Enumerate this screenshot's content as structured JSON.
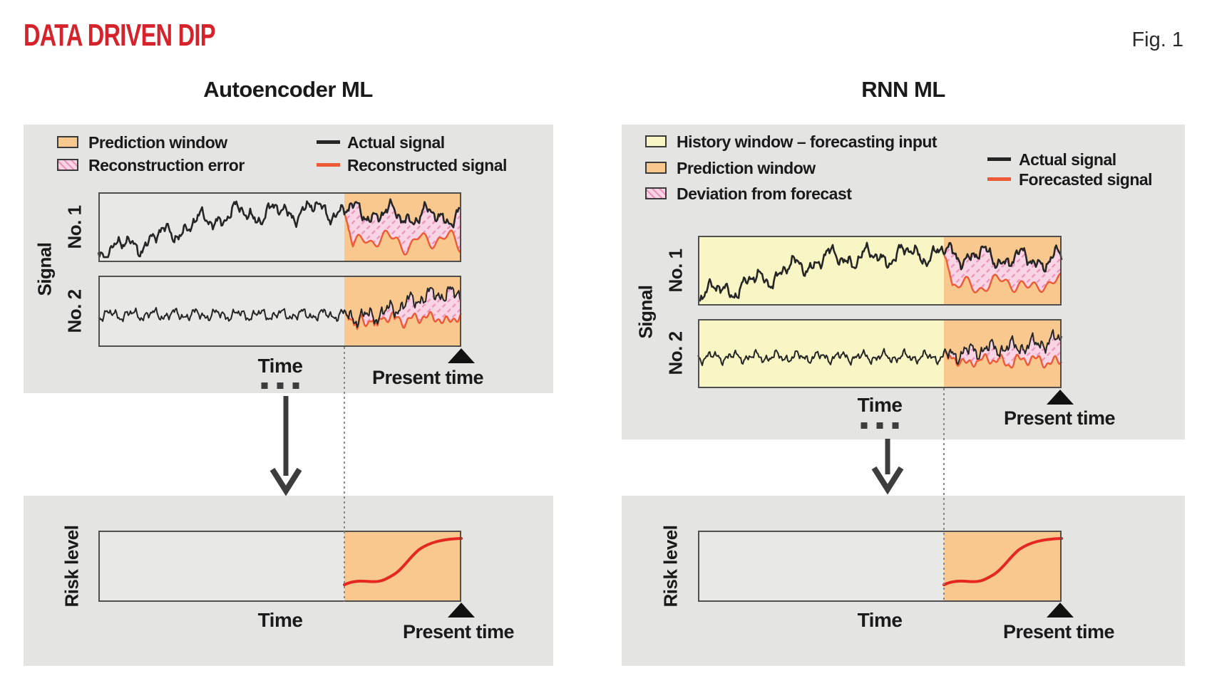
{
  "header": {
    "title": "DATA DRIVEN DIP",
    "figure_label": "Fig. 1"
  },
  "colors": {
    "title": "#d6232b",
    "panel_bg": "#e4e4e2",
    "plot_bg": "#e8e8e6",
    "plot_border": "#4f4f4d",
    "prediction_window": "#f8c88e",
    "history_window": "#f9f6c6",
    "error_fill": "#f8d4e4",
    "error_hatch": "#ec93ba",
    "actual_signal": "#262626",
    "reconstructed_signal": "#ed5a35",
    "risk_curve": "#e52722",
    "arrow": "#3d3d3d",
    "dotted_line": "#8a8a8a",
    "marker": "#111111"
  },
  "autoencoder": {
    "heading": "Autoencoder ML",
    "legend": {
      "prediction_window": "Prediction window",
      "reconstruction_error": "Reconstruction error",
      "actual_signal": "Actual signal",
      "reconstructed_signal": "Reconstructed signal"
    },
    "ylabel_group": "Signal",
    "ylabel_top": "No. 1",
    "ylabel_bottom": "No. 2",
    "xlabel": "Time",
    "present_time": "Present time",
    "risk": {
      "ylabel": "Risk level",
      "xlabel": "Time",
      "present_time": "Present time"
    }
  },
  "rnn": {
    "heading": "RNN ML",
    "legend": {
      "history_window": "History window – forecasting input",
      "prediction_window": "Prediction window",
      "deviation_from_forecast": "Deviation from forecast",
      "actual_signal": "Actual signal",
      "forecasted_signal": "Forecasted signal"
    },
    "ylabel_group": "Signal",
    "ylabel_top": "No. 1",
    "ylabel_bottom": "No. 2",
    "xlabel": "Time",
    "present_time": "Present time",
    "risk": {
      "ylabel": "Risk level",
      "xlabel": "Time",
      "present_time": "Present time"
    }
  }
}
